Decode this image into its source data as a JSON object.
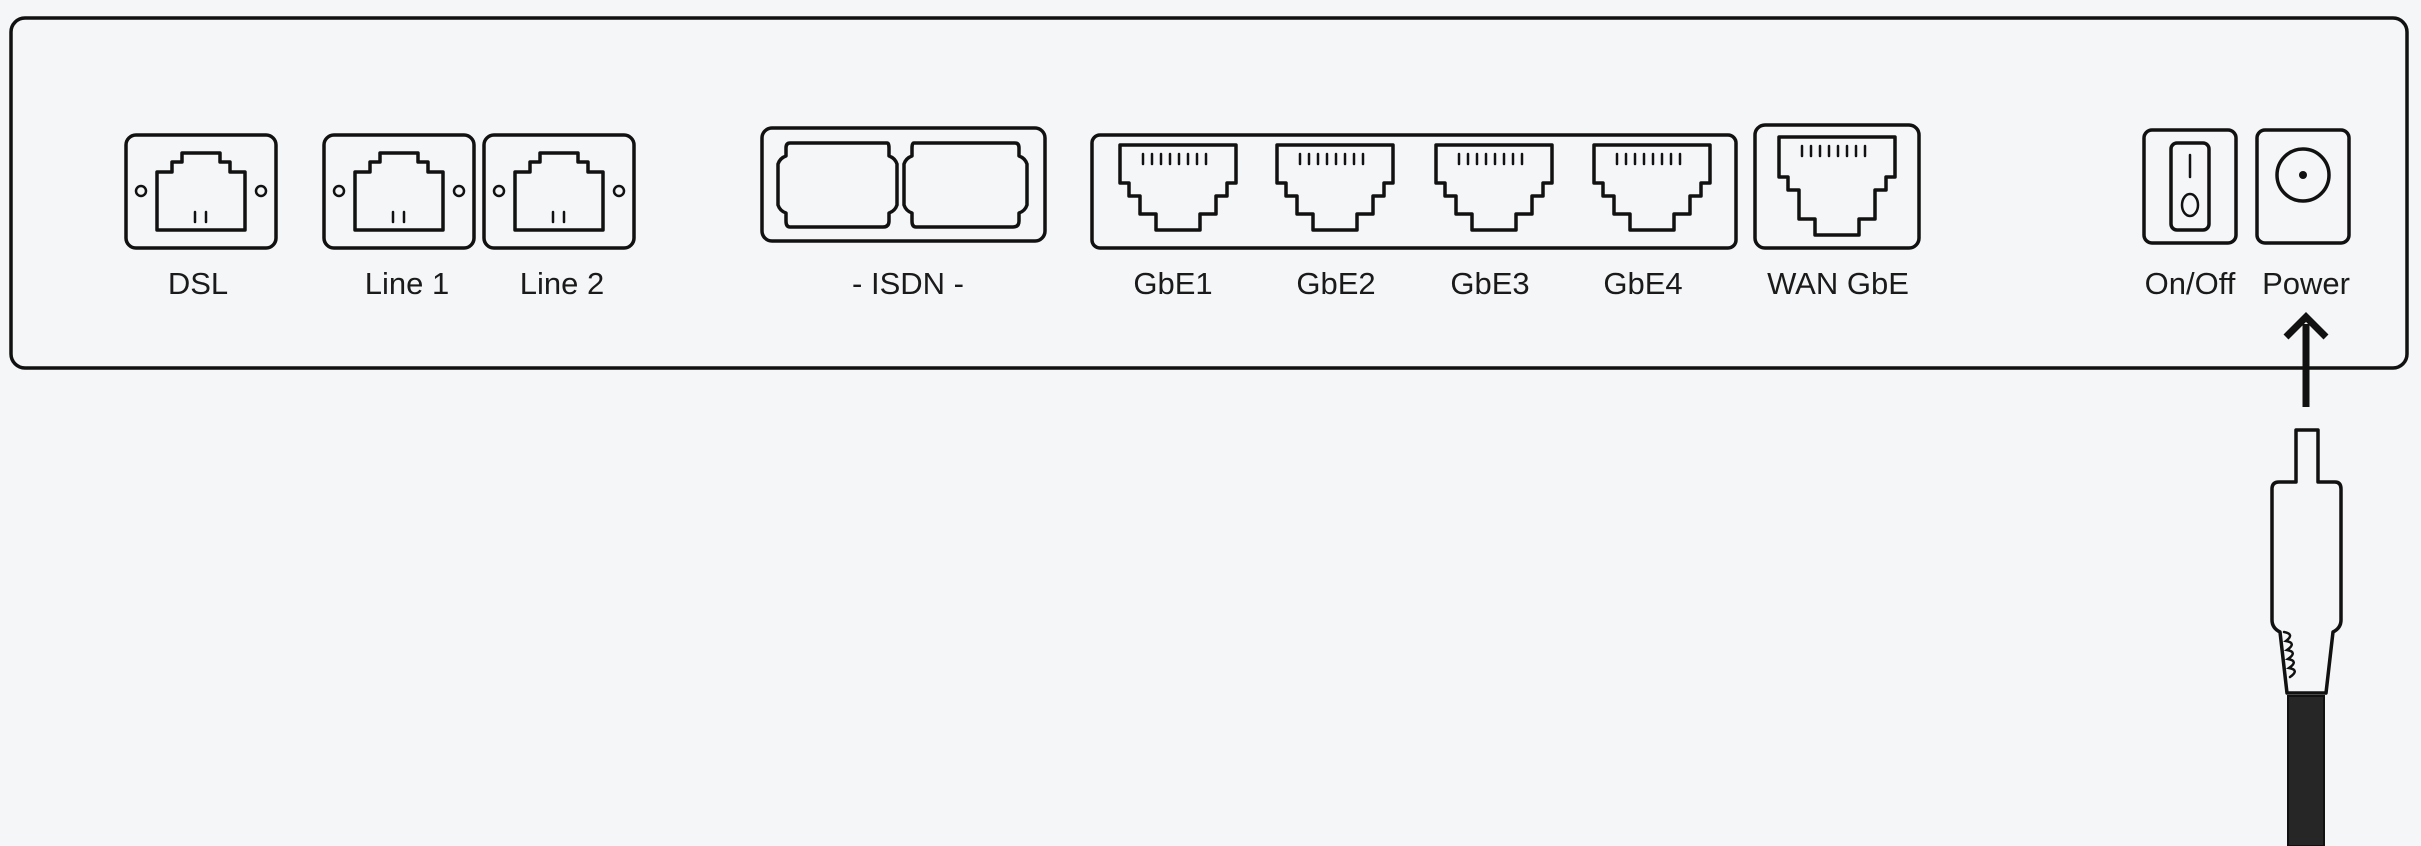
{
  "ports": {
    "dsl": "DSL",
    "line1": "Line 1",
    "line2": "Line 2",
    "isdn": "- ISDN -",
    "gbe1": "GbE1",
    "gbe2": "GbE2",
    "gbe3": "GbE3",
    "gbe4": "GbE4",
    "wan": "WAN GbE",
    "onoff": "On/Off",
    "power": "Power"
  },
  "colors": {
    "background": "#f5f6f8",
    "outline": "#111111",
    "cable": "#262626"
  }
}
